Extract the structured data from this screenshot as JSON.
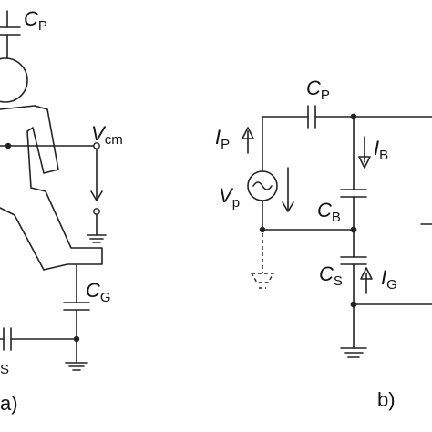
{
  "panel_a": {
    "label": "a)",
    "cp": {
      "main": "C",
      "sub": "P"
    },
    "vcm": {
      "main": "V",
      "sub": "cm"
    },
    "cg": {
      "main": "C",
      "sub": "G"
    },
    "cs_sub": "S"
  },
  "panel_b": {
    "label": "b)",
    "cp": {
      "main": "C",
      "sub": "P"
    },
    "ip": {
      "main": "I",
      "sub": "P"
    },
    "ib": {
      "main": "I",
      "sub": "B"
    },
    "vp": {
      "main": "V",
      "sub": "p"
    },
    "cb": {
      "main": "C",
      "sub": "B"
    },
    "cs": {
      "main": "C",
      "sub": "S"
    },
    "ig": {
      "main": "I",
      "sub": "G"
    }
  }
}
